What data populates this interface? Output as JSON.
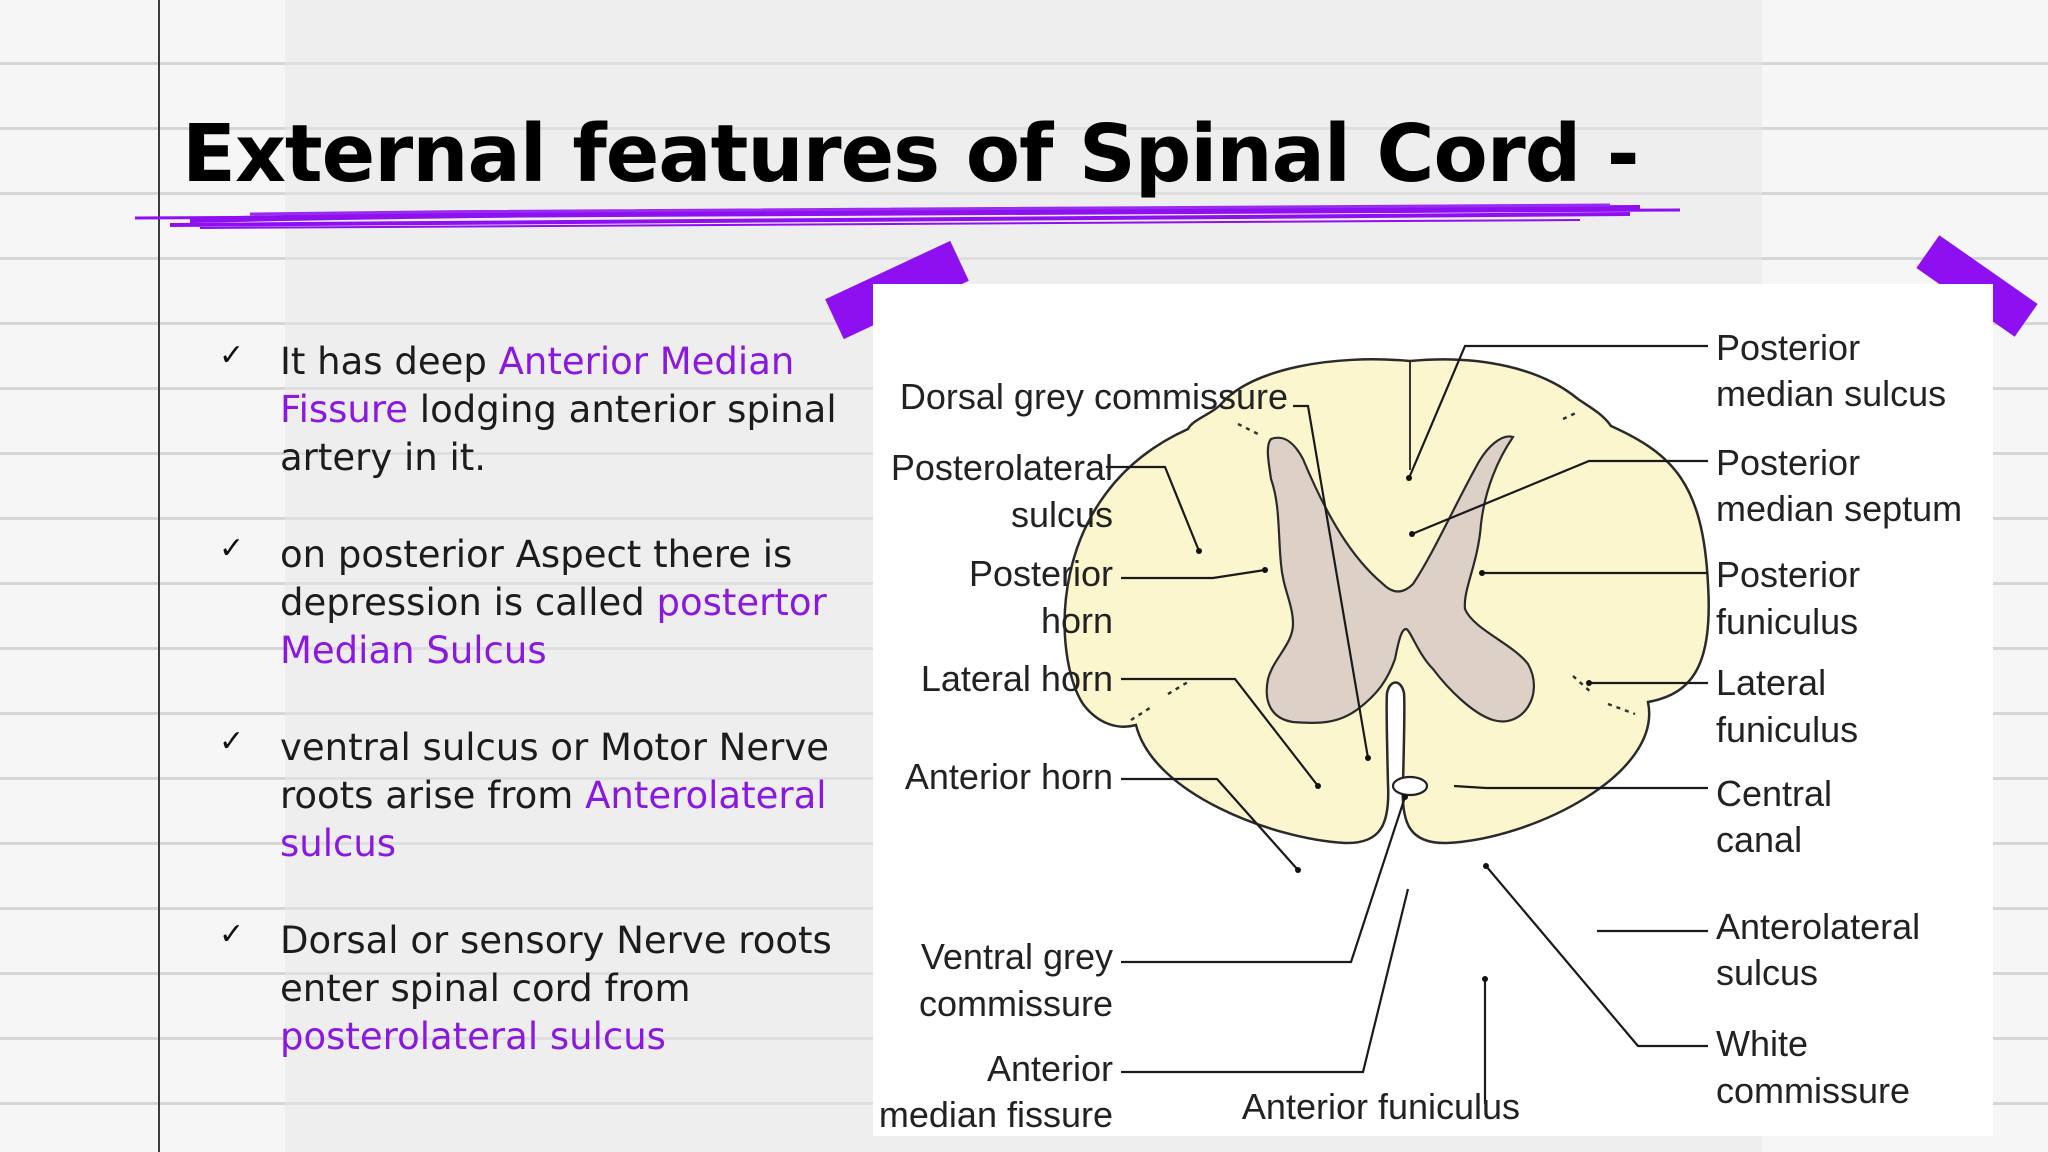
{
  "title": "External features of Spinal Cord -",
  "bullets": [
    {
      "parts": [
        {
          "text": "It has deep ",
          "hl": false
        },
        {
          "text": "Anterior Median Fissure",
          "hl": true
        },
        {
          "text": " lodging  anterior spinal  artery in it.",
          "hl": false
        }
      ]
    },
    {
      "parts": [
        {
          "text": "on posterior Aspect there is depression is called ",
          "hl": false
        },
        {
          "text": "postertor Median Sulcus",
          "hl": true
        }
      ]
    },
    {
      "parts": [
        {
          "text": "ventral sulcus or Motor Nerve roots arise  from ",
          "hl": false
        },
        {
          "text": "Anterolateral sulcus",
          "hl": true
        }
      ]
    },
    {
      "parts": [
        {
          "text": "Dorsal or sensory Nerve  roots  enter spinal cord from ",
          "hl": false
        },
        {
          "text": "posterolateral  sulcus",
          "hl": true
        }
      ]
    }
  ],
  "check_glyph": "✓",
  "diagram_labels": {
    "dorsal_grey_commissure": "Dorsal grey commissure",
    "posterolateral_sulcus": [
      "Posterolateral",
      "sulcus"
    ],
    "posterior_horn": [
      "Posterior",
      "horn"
    ],
    "lateral_horn": "Lateral horn",
    "anterior_horn": "Anterior horn",
    "ventral_grey_commissure": [
      "Ventral grey",
      "commissure"
    ],
    "anterior_median_fissure": [
      "Anterior",
      "median fissure"
    ],
    "anterior_funiculus": "Anterior funiculus",
    "posterior_median_sulcus": [
      "Posterior",
      "median sulcus"
    ],
    "posterior_median_septum": [
      "Posterior",
      "median septum"
    ],
    "posterior_funiculus": [
      "Posterior",
      "funiculus"
    ],
    "lateral_funiculus": [
      "Lateral",
      "funiculus"
    ],
    "central_canal": [
      "Central",
      "canal"
    ],
    "anterolateral_sulcus": [
      "Anterolateral",
      "sulcus"
    ],
    "white_commissure": [
      "White",
      "commissure"
    ]
  },
  "colors": {
    "accent": "#8a18e0",
    "tape": "#8e10f0",
    "white_matter": "#fbf6ce",
    "grey_matter": "#ddd0c6"
  }
}
